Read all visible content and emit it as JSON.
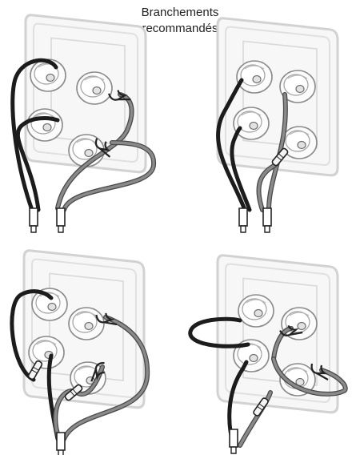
{
  "title": {
    "line1": "Branchements",
    "line2": "recommandés"
  },
  "colors": {
    "plate": "#d6d6d6",
    "plate_inner": "#ececec",
    "terminal_outline": "#7a7a7a",
    "cable_dark": "#1b1b1b",
    "cable_grey": "#7d7d7d",
    "cable_outline": "#2a2a2a"
  },
  "panels": [
    {
      "name": "panel-top-left",
      "wiring": "bi-wire"
    },
    {
      "name": "panel-top-right",
      "wiring": "bi-wire"
    },
    {
      "name": "panel-bottom-left",
      "wiring": "bi-amp"
    },
    {
      "name": "panel-bottom-right",
      "wiring": "bi-amp"
    }
  ]
}
